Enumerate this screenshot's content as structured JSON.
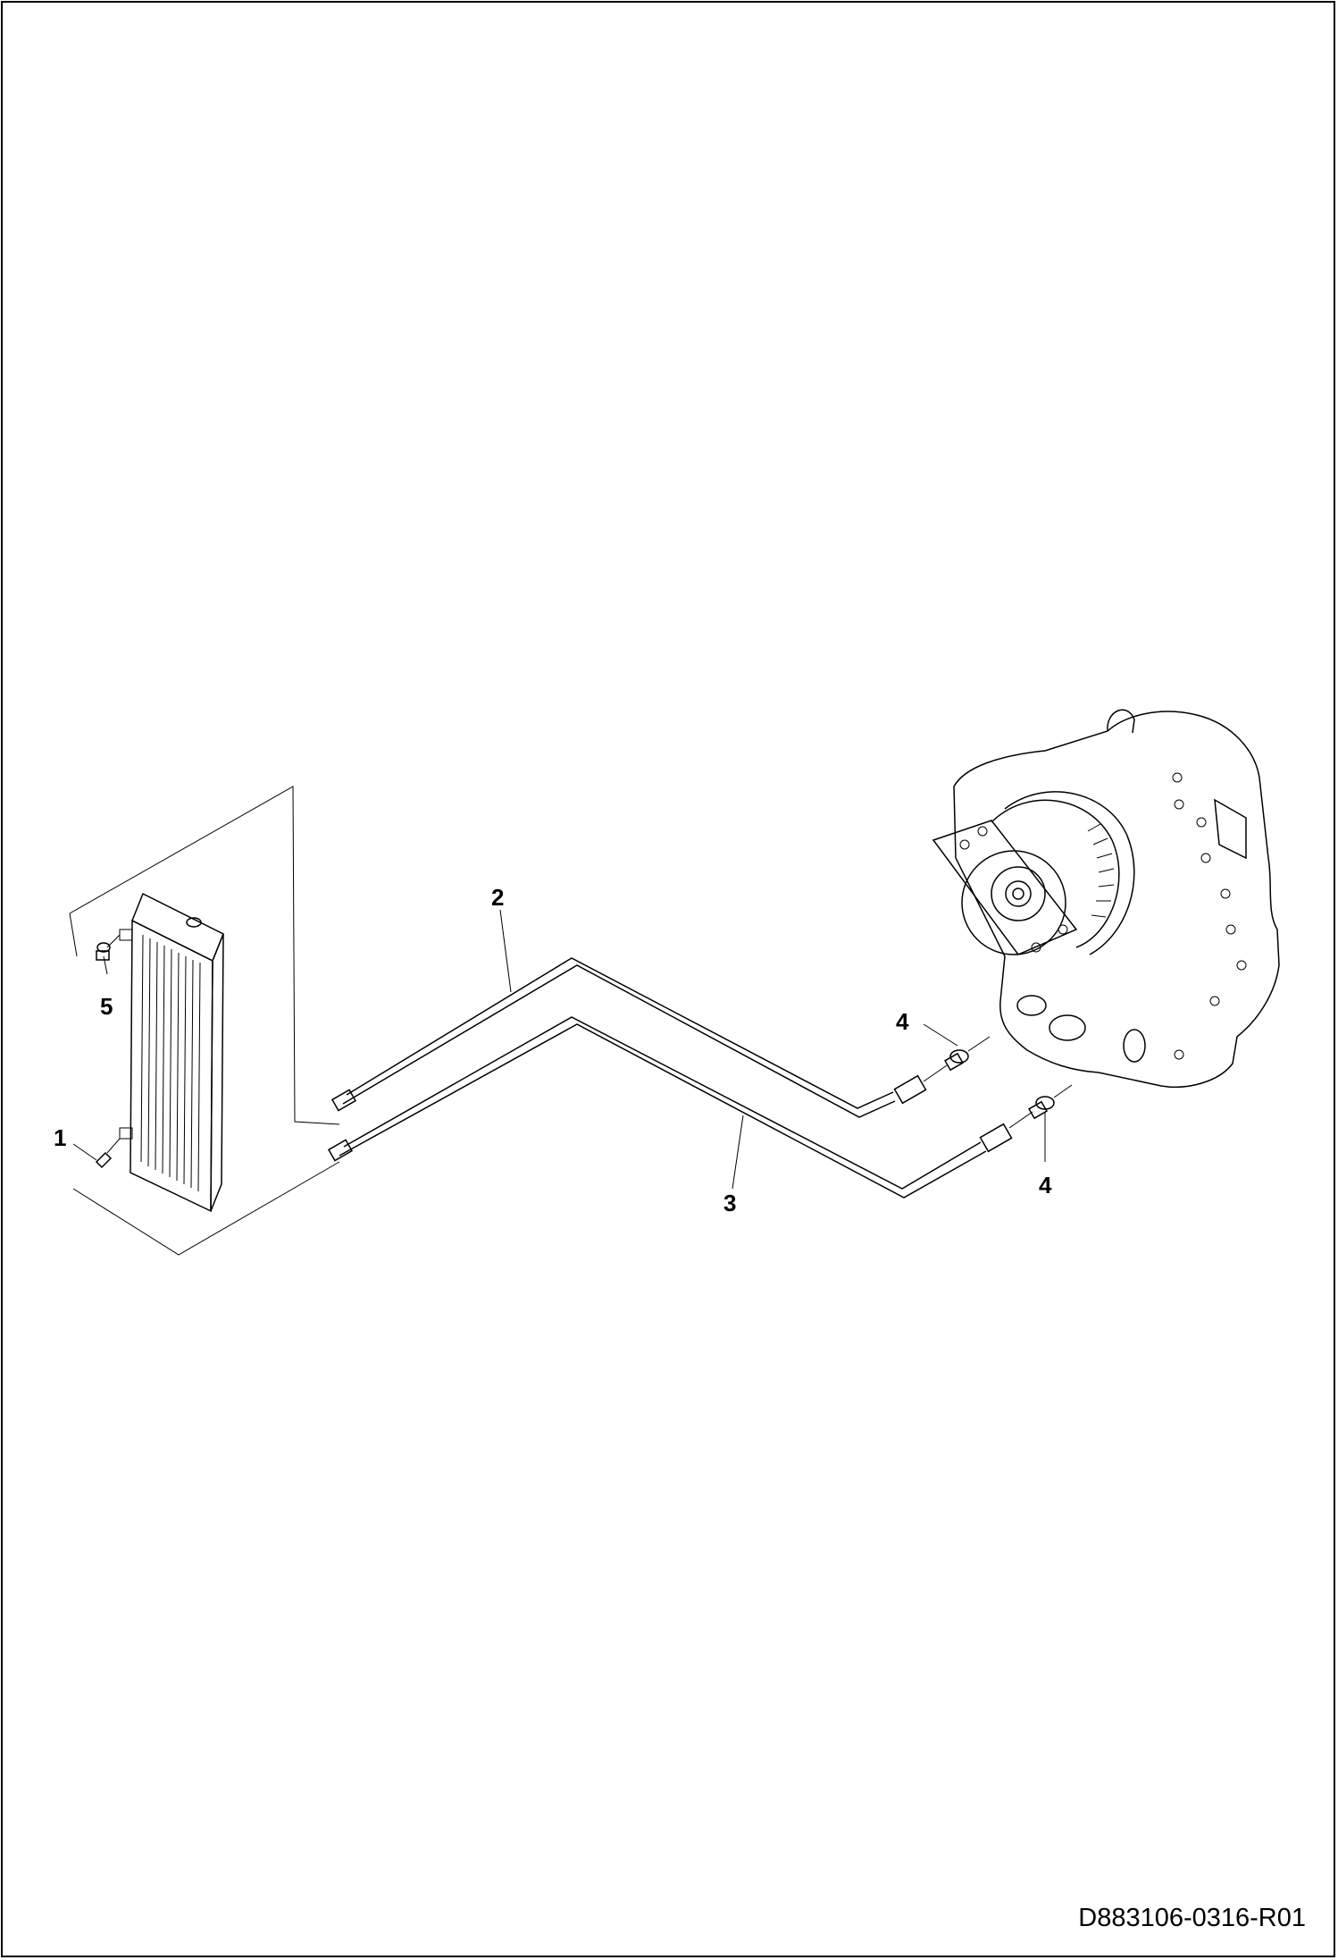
{
  "callouts": {
    "c1": "1",
    "c2": "2",
    "c3": "3",
    "c4a": "4",
    "c4b": "4",
    "c5": "5"
  },
  "document_id": "D883106-0316-R01",
  "parts": {
    "oil_cooler": "oil-cooler",
    "transmission": "transmission",
    "tube_upper": "tube-2",
    "tube_lower": "tube-3"
  },
  "colors": {
    "line": "#000000",
    "background": "#ffffff"
  }
}
